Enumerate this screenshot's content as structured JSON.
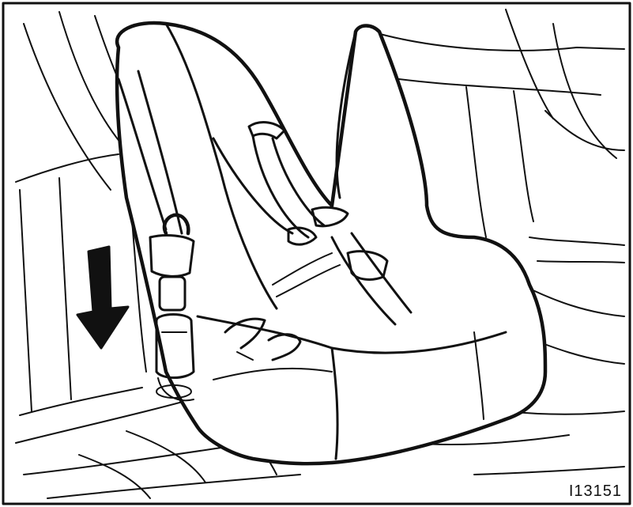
{
  "figure": {
    "code": "I13151",
    "colors": {
      "ink": "#111111",
      "paper": "#ffffff"
    },
    "elements": {
      "arrow": "arrow-down-icon",
      "child_seat": "child-seat",
      "buckle": "seat-belt-buckle",
      "latch_plate": "belt-latch-plate",
      "harness": "harness-straps"
    }
  }
}
